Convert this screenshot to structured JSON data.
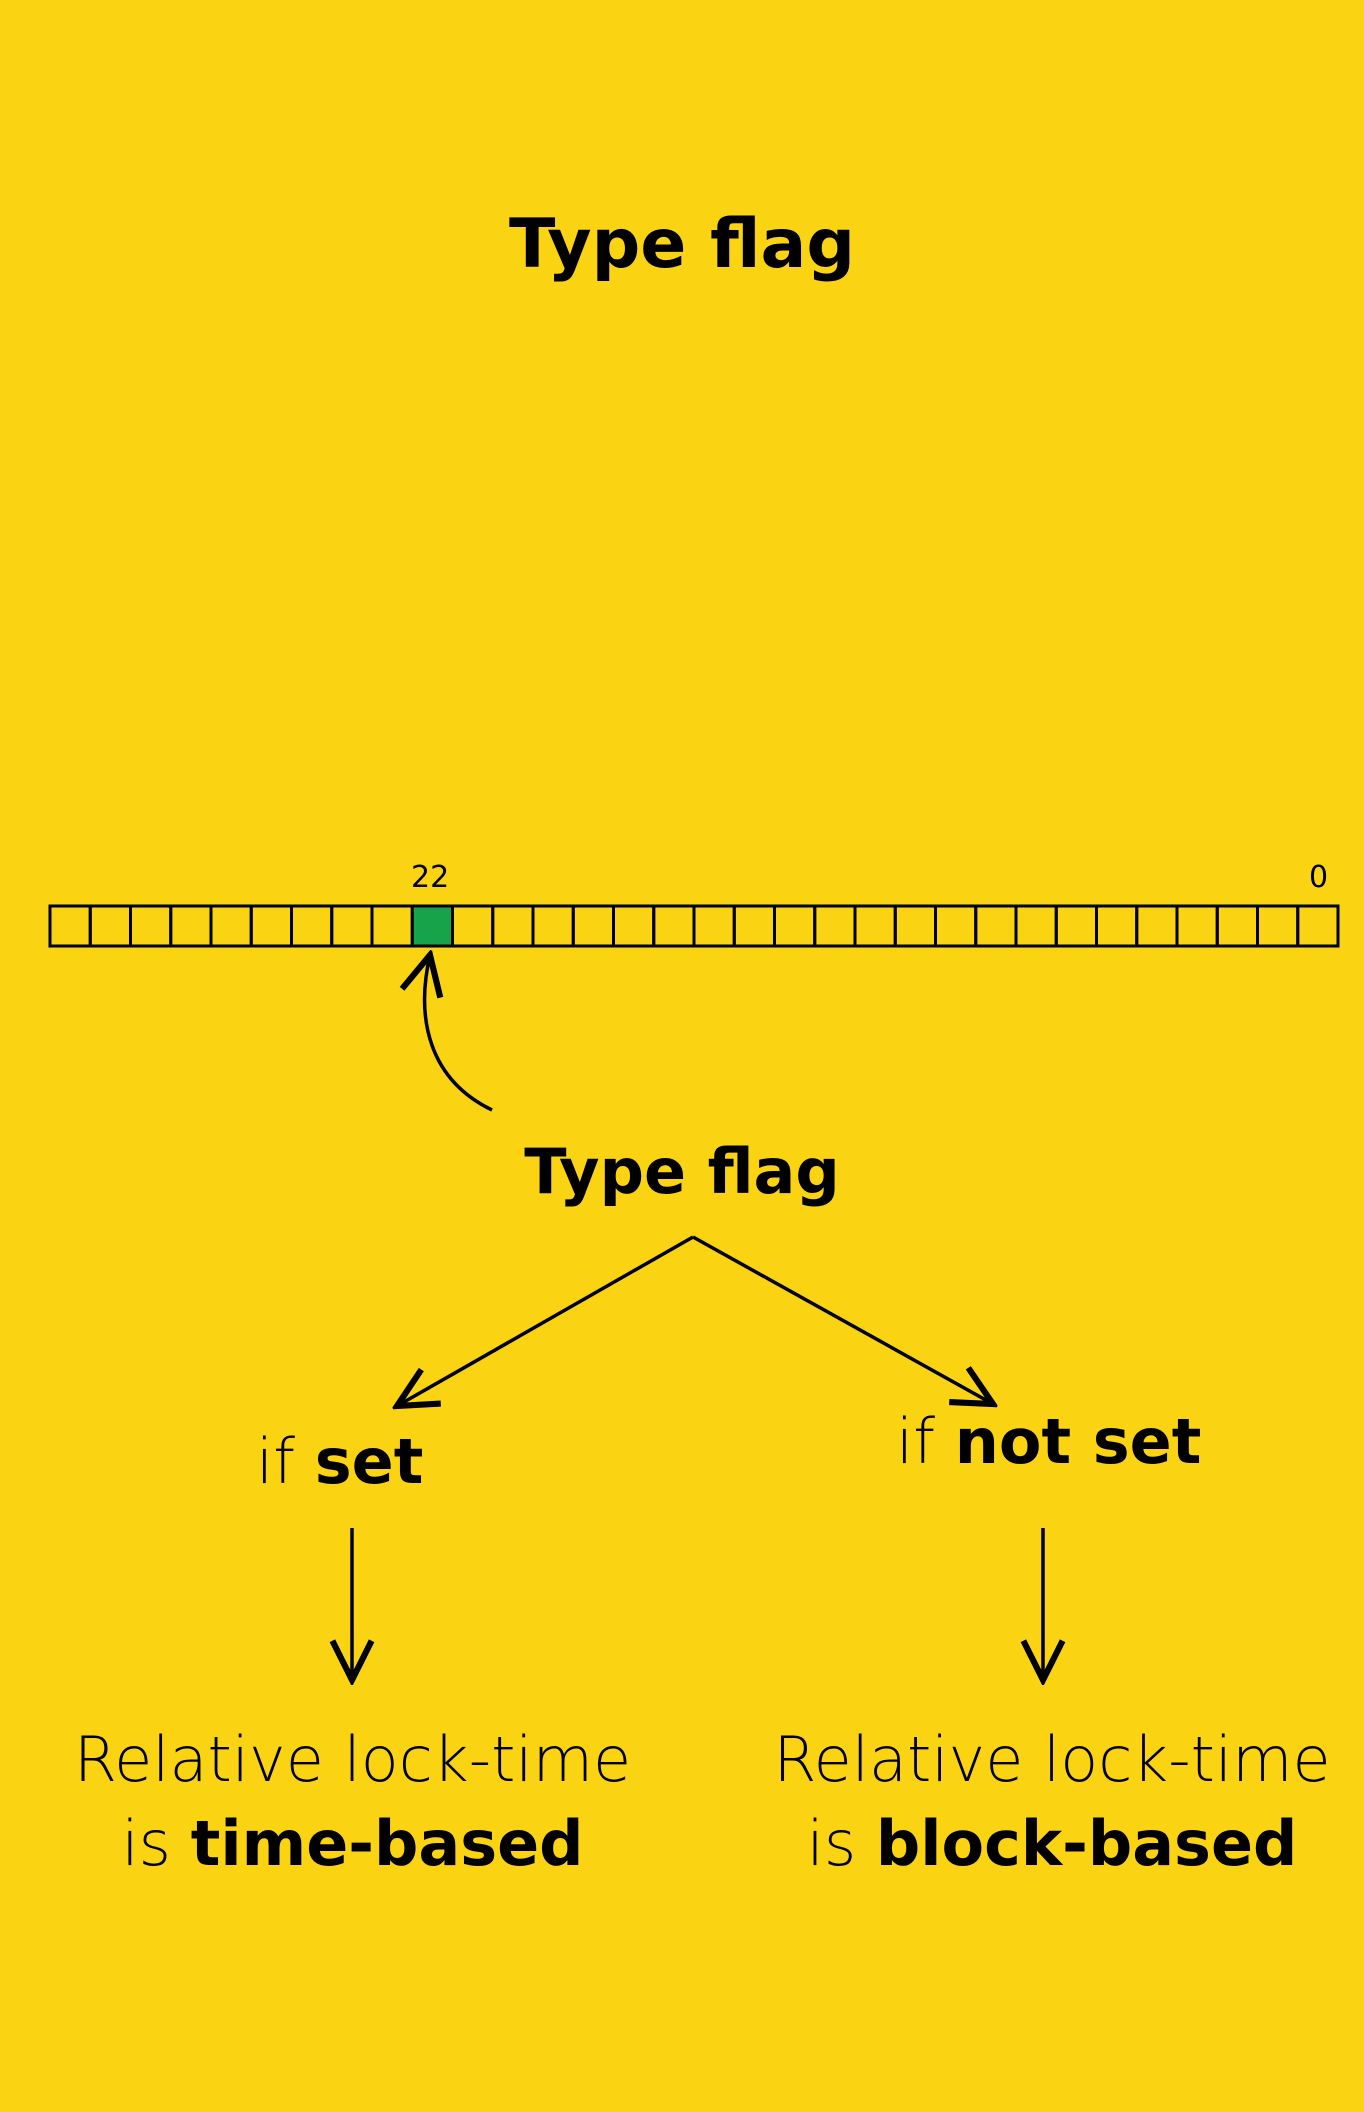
{
  "title": "Type flag",
  "bit_field": {
    "total_cells": 32,
    "highlighted_bit": 22,
    "marked_bits": [
      "22",
      "0"
    ],
    "highlight_color": "#16A34A",
    "background_color": "#FAD312"
  },
  "flag_label": "Type flag",
  "branches": {
    "left": {
      "prefix": "if",
      "condition": "set"
    },
    "right": {
      "prefix": "if",
      "condition": "not set"
    }
  },
  "results": {
    "left": {
      "line1": "Relative lock-time",
      "line2_prefix": "is",
      "line2_value": "time-based"
    },
    "right": {
      "line1": "Relative lock-time",
      "line2_prefix": "is",
      "line2_value": "block-based"
    }
  }
}
